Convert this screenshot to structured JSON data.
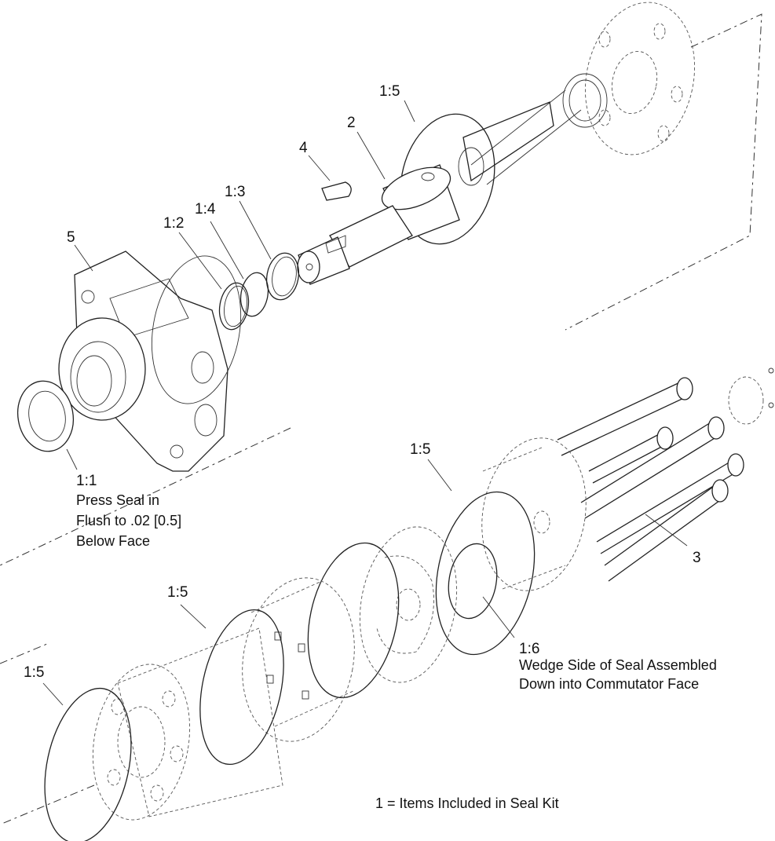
{
  "callouts": {
    "c_1_5_top": "1:5",
    "c_2": "2",
    "c_4": "4",
    "c_1_3": "1:3",
    "c_1_4": "1:4",
    "c_1_2": "1:2",
    "c_5": "5",
    "c_1_1": "1:1",
    "c_1_5_mid": "1:5",
    "c_3": "3",
    "c_1_5_left": "1:5",
    "c_1_6": "1:6",
    "c_1_5_bottom": "1:5"
  },
  "notes": {
    "seal_1_1_line1": "Press Seal in",
    "seal_1_1_line2": "Flush to .02 [0.5]",
    "seal_1_1_line3": "Below Face",
    "seal_1_6_line1": "Wedge Side of Seal Assembled",
    "seal_1_6_line2": "Down into Commutator Face",
    "legend": "1 = Items Included in Seal Kit"
  }
}
